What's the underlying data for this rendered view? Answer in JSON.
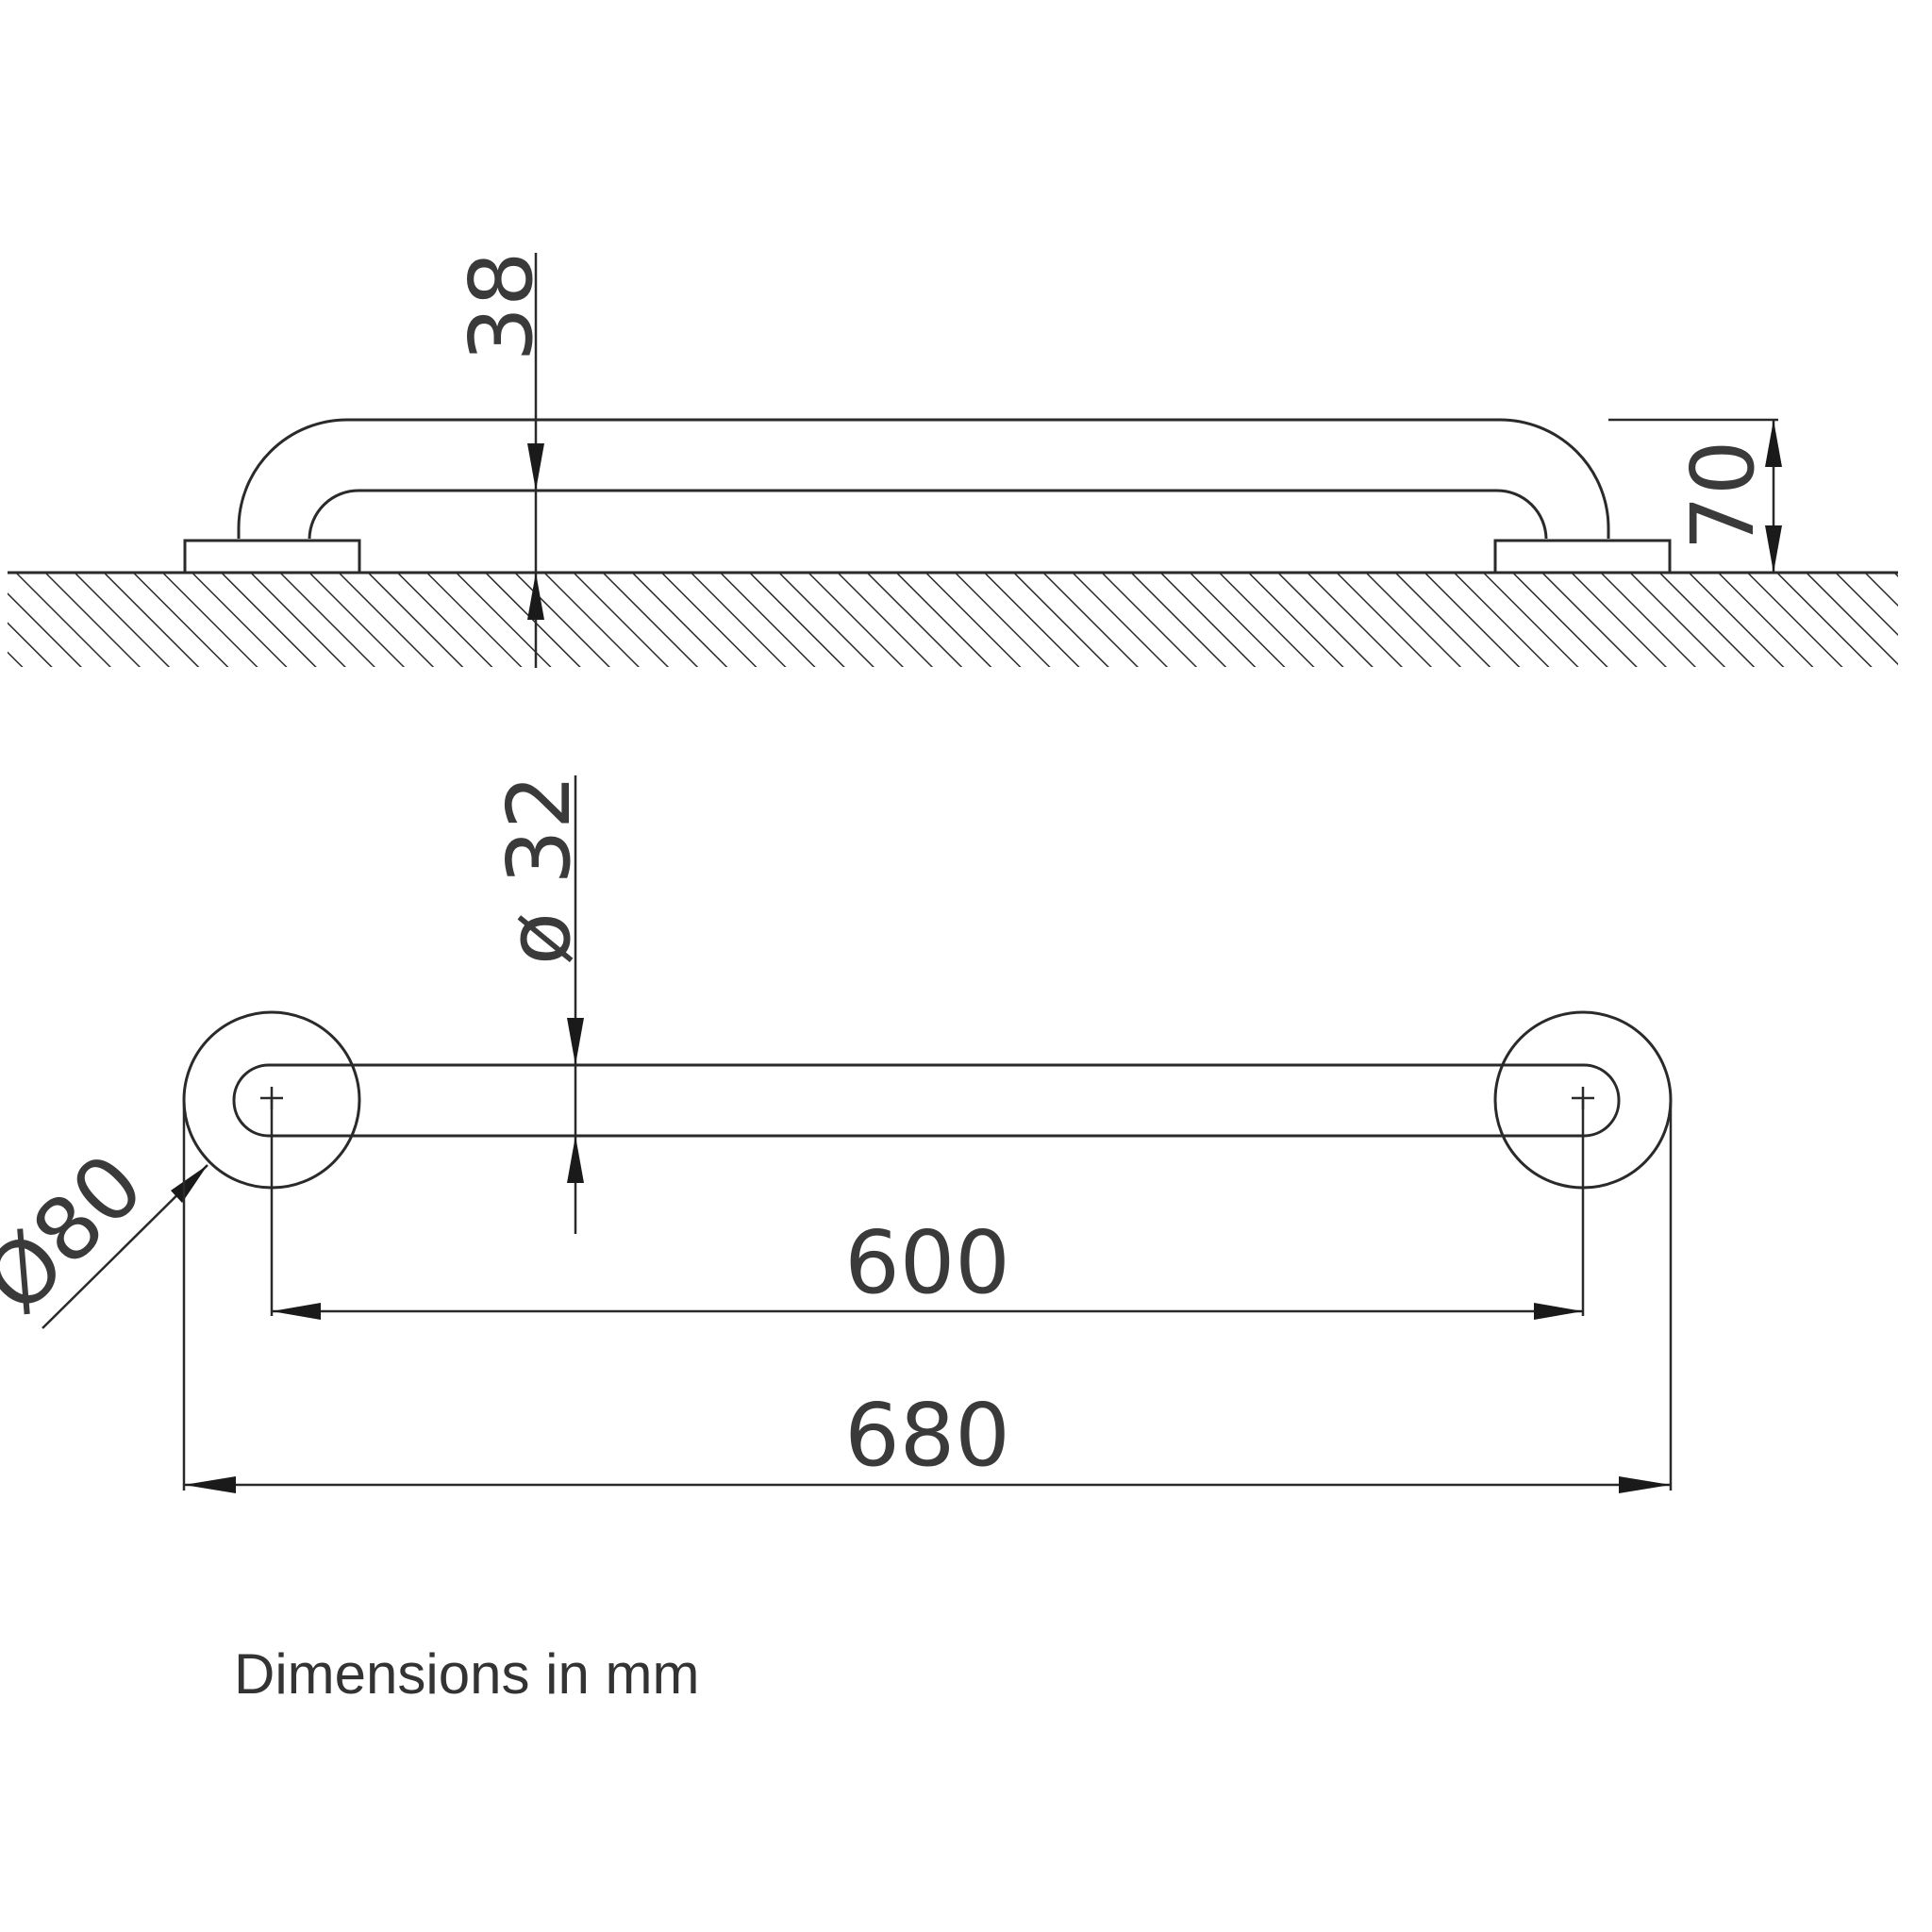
{
  "side_view": {
    "dim_rail_offset": "38",
    "dim_wall_projection": "70"
  },
  "top_view": {
    "dim_tube_diameter": "ø 32",
    "dim_flange_diameter": "Ø80",
    "dim_center_distance": "600",
    "dim_overall_length": "680"
  },
  "caption": "Dimensions in mm",
  "colors": {
    "line": "#2a2a2a",
    "text": "#3a3a3a",
    "background": "#ffffff"
  }
}
